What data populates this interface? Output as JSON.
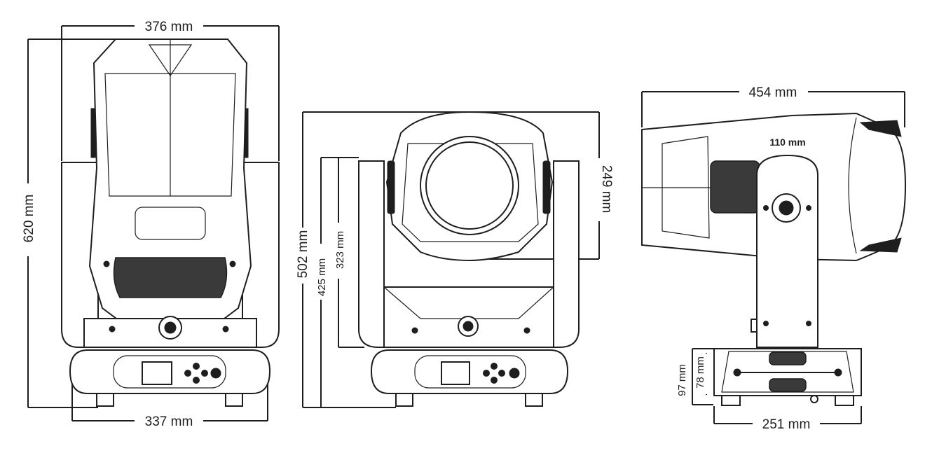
{
  "dimensions": {
    "front_width_top": "376 mm",
    "front_height": "620 mm",
    "front_base_width": "337 mm",
    "side_total_height": "502 mm",
    "side_yoke_height": "425 mm",
    "side_arm_height": "323 mm",
    "side_head_height": "249 mm",
    "top_head_length": "454 mm",
    "top_arm_width": "110 mm",
    "top_base_height": "97 mm",
    "top_base_inner_height": "78 mm",
    "top_base_width": "251 mm"
  }
}
